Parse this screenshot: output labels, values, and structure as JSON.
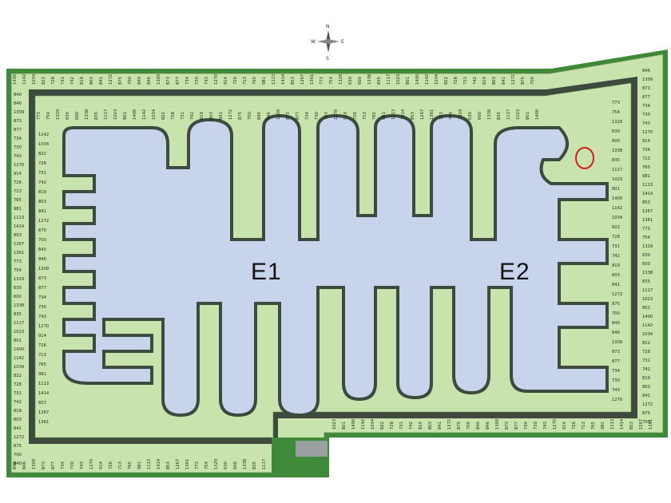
{
  "map": {
    "type": "subdivision-lot-plan",
    "zone_labels": [
      "E1",
      "E2"
    ],
    "compass": {
      "letters": [
        "N",
        "E",
        "S",
        "W"
      ]
    },
    "colors": {
      "background": "#ffffff",
      "green_area": "#3f8a3a",
      "lot_fill": "#c9e3ad",
      "lot_stroke": "#5d8a4a",
      "road": "#3d4a3d",
      "water": "#c8d3ec",
      "highlight_circle": "#d21f1f"
    },
    "lot_areas_sample": [
      "1400",
      "1142",
      "1034",
      "822",
      "728",
      "731",
      "742",
      "819",
      "803",
      "841",
      "1272",
      "875",
      "700",
      "840",
      "846",
      "1309",
      "873",
      "877",
      "734",
      "730",
      "743",
      "1270",
      "914",
      "726",
      "713",
      "765",
      "981",
      "1113",
      "1414",
      "853",
      "1267",
      "1361",
      "773",
      "754",
      "1329",
      "630",
      "600",
      "1338",
      "835",
      "1117",
      "1023",
      "801"
    ],
    "highlighted_lot": "765"
  }
}
